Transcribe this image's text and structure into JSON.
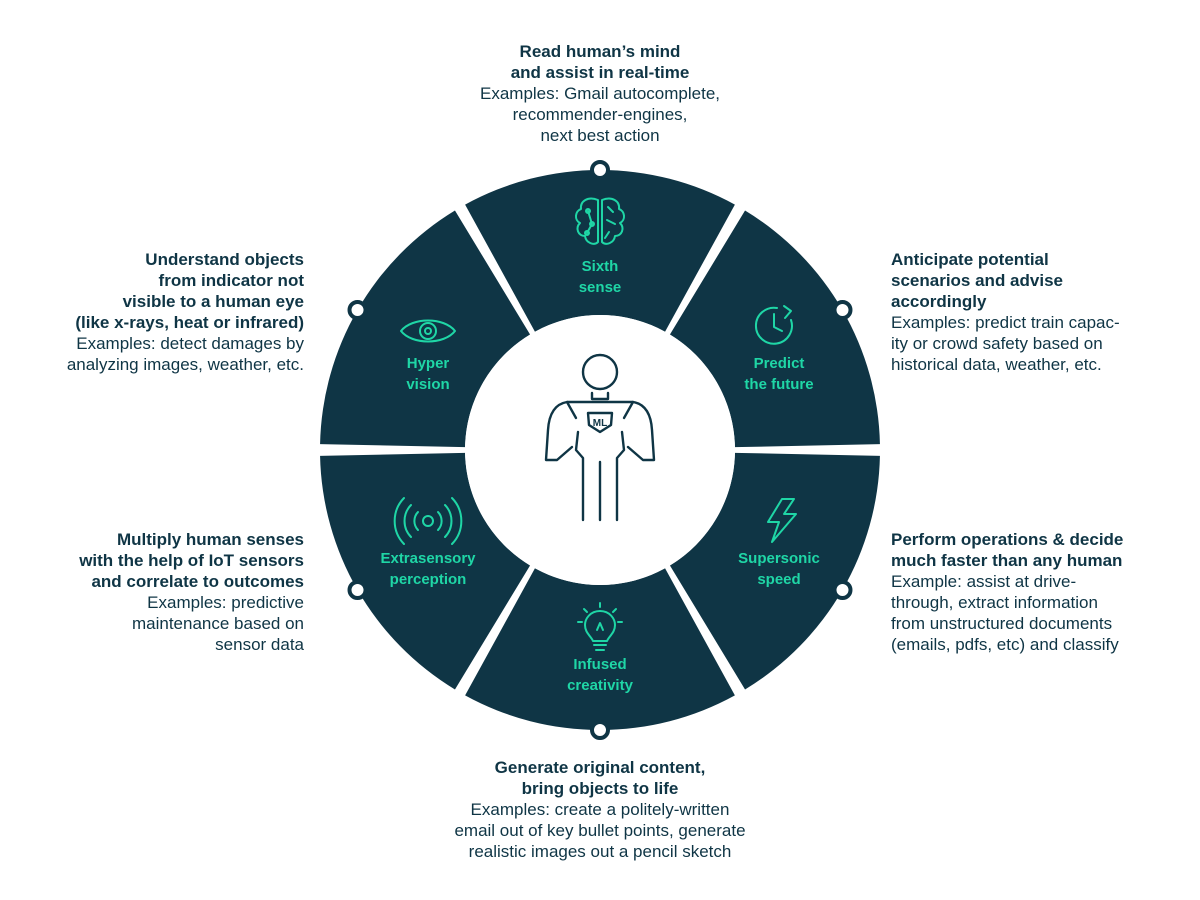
{
  "colors": {
    "segment": "#0f3545",
    "accent": "#1fd6a6",
    "text": "#0f3545",
    "background": "#ffffff"
  },
  "segments": [
    {
      "id": "sixth",
      "label_lines": [
        "Sixth",
        "sense"
      ],
      "icon": "brain-icon"
    },
    {
      "id": "predict",
      "label_lines": [
        "Predict",
        "the future"
      ],
      "icon": "clock-arrow-icon"
    },
    {
      "id": "supersonic",
      "label_lines": [
        "Supersonic",
        "speed"
      ],
      "icon": "lightning-icon"
    },
    {
      "id": "creativity",
      "label_lines": [
        "Infused",
        "creativity"
      ],
      "icon": "lightbulb-icon"
    },
    {
      "id": "extrasensory",
      "label_lines": [
        "Extrasensory",
        "perception"
      ],
      "icon": "signal-waves-icon"
    },
    {
      "id": "hyper",
      "label_lines": [
        "Hyper",
        "vision"
      ],
      "icon": "eye-icon"
    }
  ],
  "center": {
    "badge": "ML",
    "icon": "superhero-figure-icon"
  },
  "callouts": {
    "top": {
      "heading": [
        "Read human’s mind",
        "and assist in real-time"
      ],
      "body": [
        "Examples: Gmail autocomplete,",
        "recommender-engines,",
        "next best action"
      ]
    },
    "right_top": {
      "heading": [
        "Anticipate potential",
        "scenarios and advise",
        "accordingly"
      ],
      "body": [
        "Examples: predict train capac-",
        "ity or crowd safety based on",
        "historical data, weather, etc."
      ]
    },
    "right_bottom": {
      "heading": [
        "Perform operations & decide",
        "much faster than any human"
      ],
      "body": [
        "Example: assist at drive-",
        "through, extract information",
        "from unstructured documents",
        "(emails, pdfs, etc) and classify"
      ]
    },
    "bottom": {
      "heading": [
        "Generate original content,",
        "bring objects to life"
      ],
      "body": [
        "Examples: create a politely-written",
        "email out of key bullet points, generate",
        "realistic images out a pencil sketch"
      ]
    },
    "left_bottom": {
      "heading": [
        "Multiply human senses",
        "with the help of  IoT sensors",
        "and correlate to outcomes"
      ],
      "body": [
        "Examples: predictive",
        "maintenance based on",
        "sensor data"
      ]
    },
    "left_top": {
      "heading": [
        "Understand objects",
        "from indicator not",
        "visible to a human eye",
        "(like x-rays, heat or infrared)"
      ],
      "body": [
        "Examples: detect damages by",
        "analyzing images, weather, etc."
      ]
    }
  }
}
